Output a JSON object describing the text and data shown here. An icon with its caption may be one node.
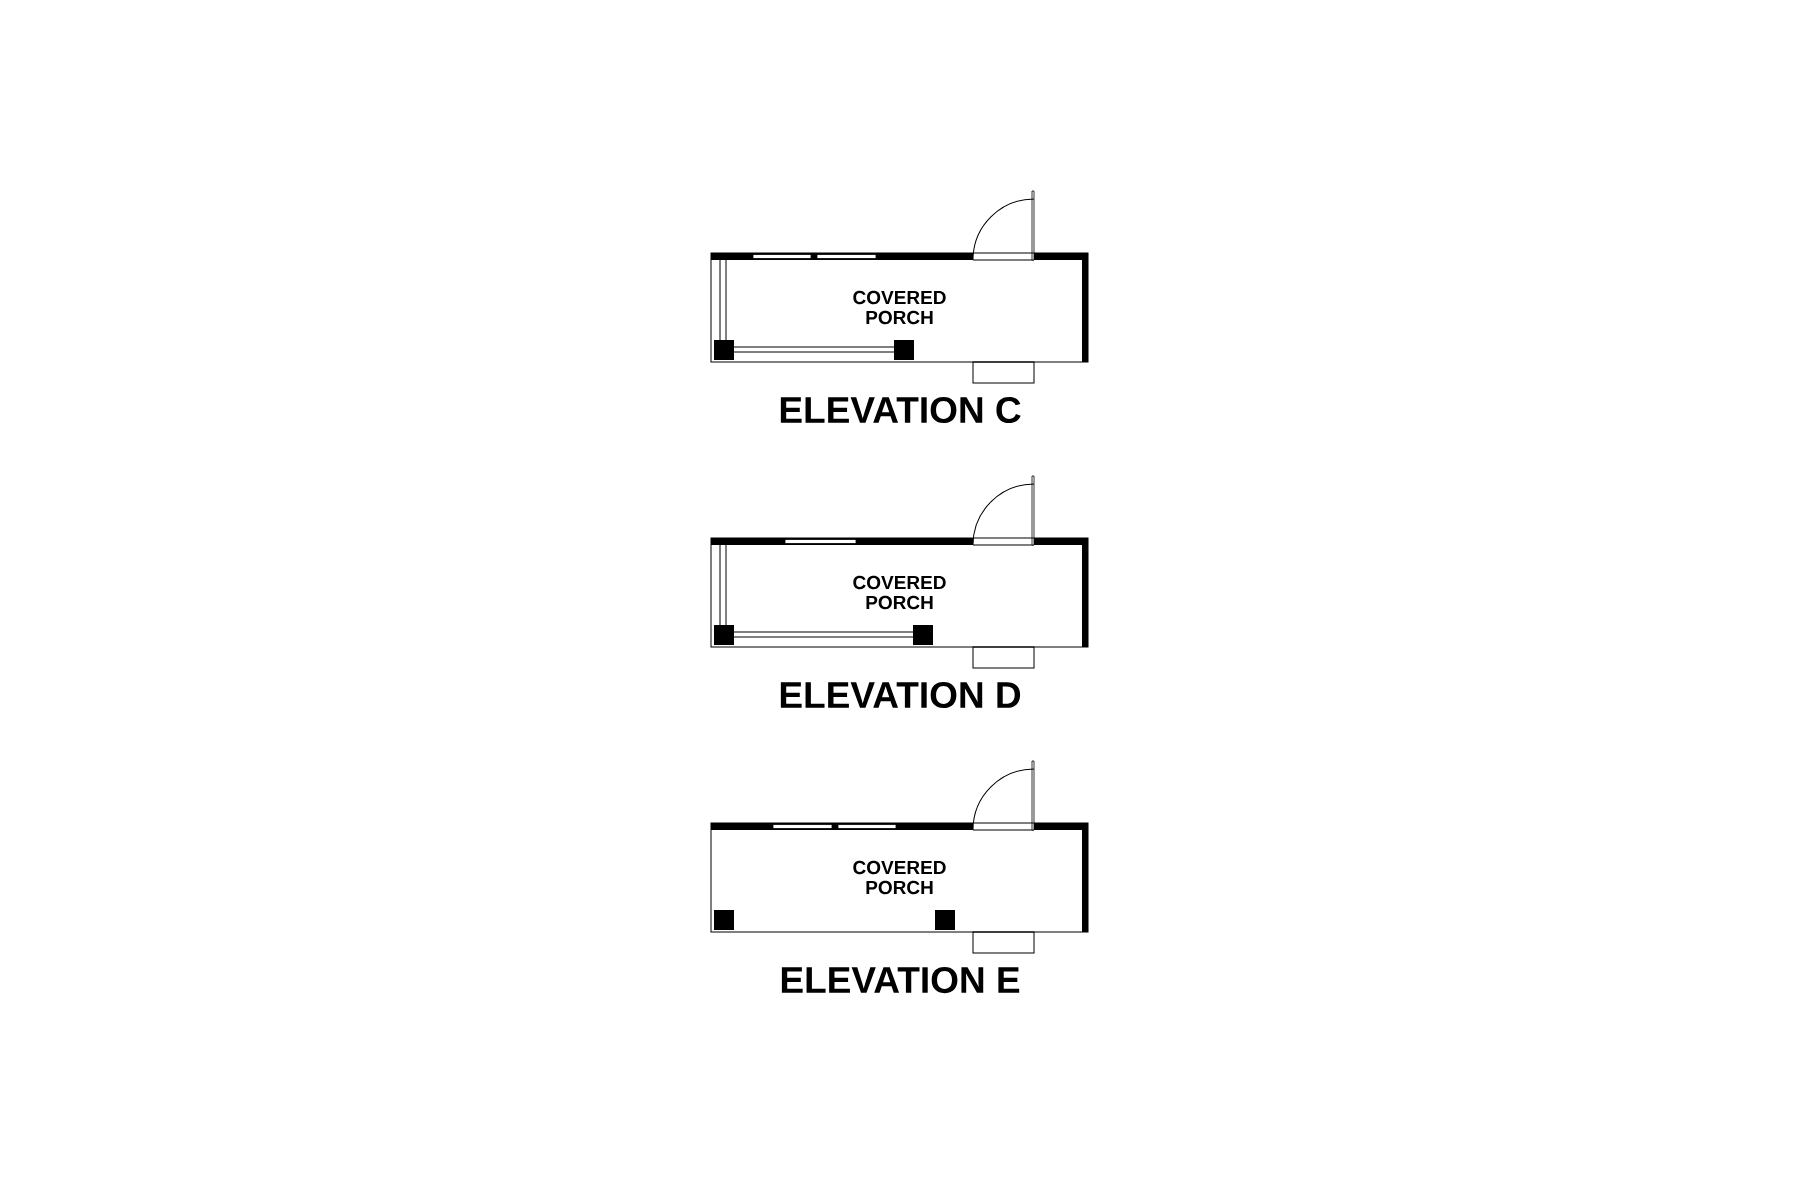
{
  "diagram": {
    "nodes": [
      {
        "text": [
          "COVERED PORCH"
        ]
      },
      {
        "text": [
          "COVERED PORCH"
        ]
      },
      {
        "text": [
          "COVERED PORCH"
        ]
      }
    ],
    "edges": [],
    "labels": [
      "ELEVATION C",
      "ELEVATION D",
      "ELEVATION E"
    ]
  }
}
